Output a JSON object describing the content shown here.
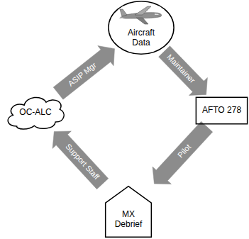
{
  "diagram": {
    "nodes": [
      {
        "text": [
          "Aircraft Data"
        ]
      },
      {
        "text": [
          "AFTO 278"
        ]
      },
      {
        "text": [
          "MX Debrief"
        ]
      },
      {
        "text": [
          "OC-ALC"
        ]
      }
    ],
    "edges": [
      {
        "from": 0,
        "to": 1,
        "arrow": "to",
        "label": "Maintainer"
      },
      {
        "from": 1,
        "to": 2,
        "arrow": "to",
        "label": "Pilot"
      },
      {
        "from": 2,
        "to": 3,
        "arrow": "to",
        "label": "Support Staff"
      },
      {
        "from": 3,
        "to": 0,
        "arrow": "to",
        "label": "ASIP Mgr"
      }
    ]
  }
}
